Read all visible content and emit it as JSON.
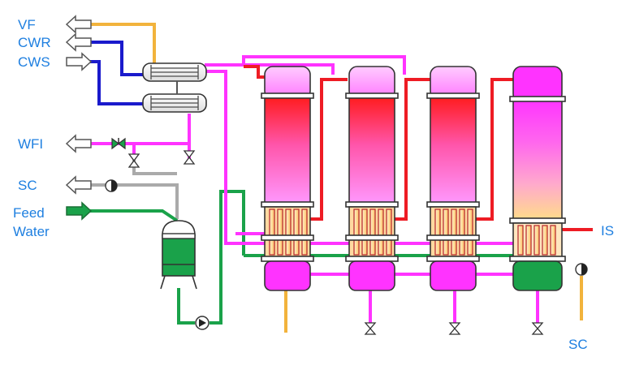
{
  "labels": {
    "vf": "VF",
    "cwr": "CWR",
    "cws": "CWS",
    "wfi": "WFI",
    "sc_left": "SC",
    "feed_line1": "Feed",
    "feed_line2": "Water",
    "is": "IS",
    "sc_right": "SC"
  },
  "colors": {
    "pure_steam": "#ff33ff",
    "hot_steam": "#ee1c24",
    "feed_water": "#1aa24a",
    "cooling_water": "#1a1acc",
    "vent": "#f2b33c",
    "condensate": "#aaaaaa",
    "label": "#1e7fe0"
  }
}
